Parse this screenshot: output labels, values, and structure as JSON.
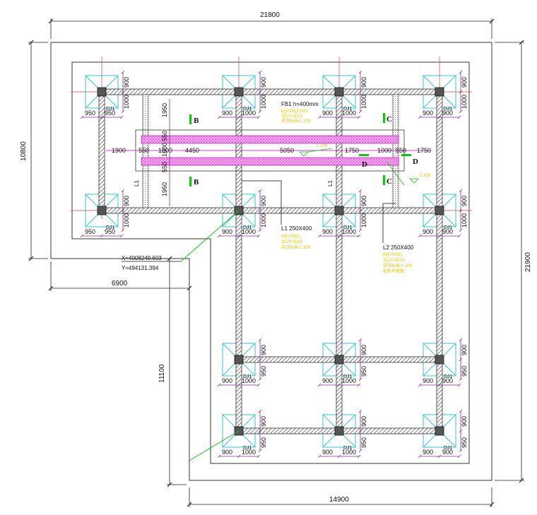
{
  "overall_dims": {
    "top_width": "21800",
    "left_height": "10800",
    "right_height": "21900",
    "notch_width": "6900",
    "lower_height": "11100",
    "bottom_width": "14900"
  },
  "coordinates": {
    "x_label": "X=4008249.603",
    "y_label": "Y=494131.394"
  },
  "beams": {
    "fb1_title": "FB1 h=400mm",
    "fb1_notes": [
      "8@100(2)200",
      "3C22;3C22",
      "梁顶标高-1.300"
    ],
    "l1_title": "L1 250X400",
    "l1_notes": [
      "8@100(2)",
      "3C20;3C20",
      "梁顶标高-1.300"
    ],
    "l2_title": "L2 250X400",
    "l2_notes": [
      "8@100(2)",
      "3C20;3C20",
      "梁顶标高-1.300",
      "配筋平面图"
    ],
    "l1_vertical_label": "L1",
    "elev_1": "-1.300",
    "elev_2": "-2.300"
  },
  "section_marks": [
    "B",
    "B",
    "C",
    "C",
    "D",
    "D"
  ],
  "footing_label": "DJ1",
  "band_dims": [
    "1900",
    "550",
    "1000",
    "4450",
    "5050",
    "1750",
    "1000",
    "550",
    "1750"
  ],
  "band_vertical_dims": [
    "1950",
    "550",
    "1000",
    "550",
    "1950"
  ],
  "pad_dims": {
    "d900": "900",
    "d950": "950",
    "d1000": "1000"
  }
}
